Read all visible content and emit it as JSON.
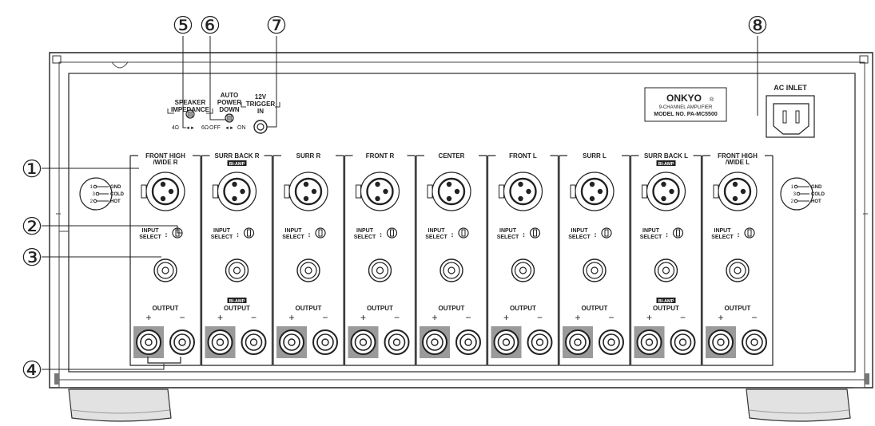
{
  "callouts": [
    "①",
    "②",
    "③",
    "④",
    "⑤",
    "⑥",
    "⑦",
    "⑧"
  ],
  "top_controls": {
    "speaker_impedance": {
      "label_line1": "SPEAKER",
      "label_line2": "IMPEDANCE",
      "opt_low": "4Ω",
      "opt_high": "6Ω",
      "arrows": "◄►"
    },
    "auto_power_down": {
      "label_line1": "AUTO",
      "label_line2": "POWER",
      "label_line3": "DOWN",
      "opt_off": "OFF",
      "opt_on": "ON",
      "arrows": "◄►"
    },
    "trigger": {
      "label_line1": "12V",
      "label_line2": "TRIGGER",
      "label_line3": "IN"
    }
  },
  "brand_plate": {
    "brand": "ONKYO",
    "registered": "®",
    "subtitle": "9-CHANNEL AMPLIFIER",
    "model": "MODEL NO. PA-MC5500"
  },
  "ac_inlet": {
    "label": "AC INLET"
  },
  "xlr_pinout": [
    {
      "num": "1",
      "name": "GND"
    },
    {
      "num": "3",
      "name": "COLD"
    },
    {
      "num": "2",
      "name": "HOT"
    }
  ],
  "channel_common": {
    "input": "INPUT",
    "select": "SELECT",
    "output": "OUTPUT",
    "plus": "+",
    "minus": "−",
    "bi_amp": "BI-AMP"
  },
  "channels": [
    {
      "name": "FRONT HIGH",
      "name2": "/WIDE R",
      "bi_top": false,
      "bi_output": false
    },
    {
      "name": "SURR BACK R",
      "name2": "",
      "bi_top": true,
      "bi_output": true
    },
    {
      "name": "SURR R",
      "name2": "",
      "bi_top": false,
      "bi_output": false
    },
    {
      "name": "FRONT R",
      "name2": "",
      "bi_top": false,
      "bi_output": false
    },
    {
      "name": "CENTER",
      "name2": "",
      "bi_top": false,
      "bi_output": false
    },
    {
      "name": "FRONT L",
      "name2": "",
      "bi_top": false,
      "bi_output": false
    },
    {
      "name": "SURR L",
      "name2": "",
      "bi_top": false,
      "bi_output": false
    },
    {
      "name": "SURR BACK L",
      "name2": "",
      "bi_top": true,
      "bi_output": true
    },
    {
      "name": "FRONT HIGH",
      "name2": "/WIDE L",
      "bi_top": false,
      "bi_output": false
    }
  ]
}
